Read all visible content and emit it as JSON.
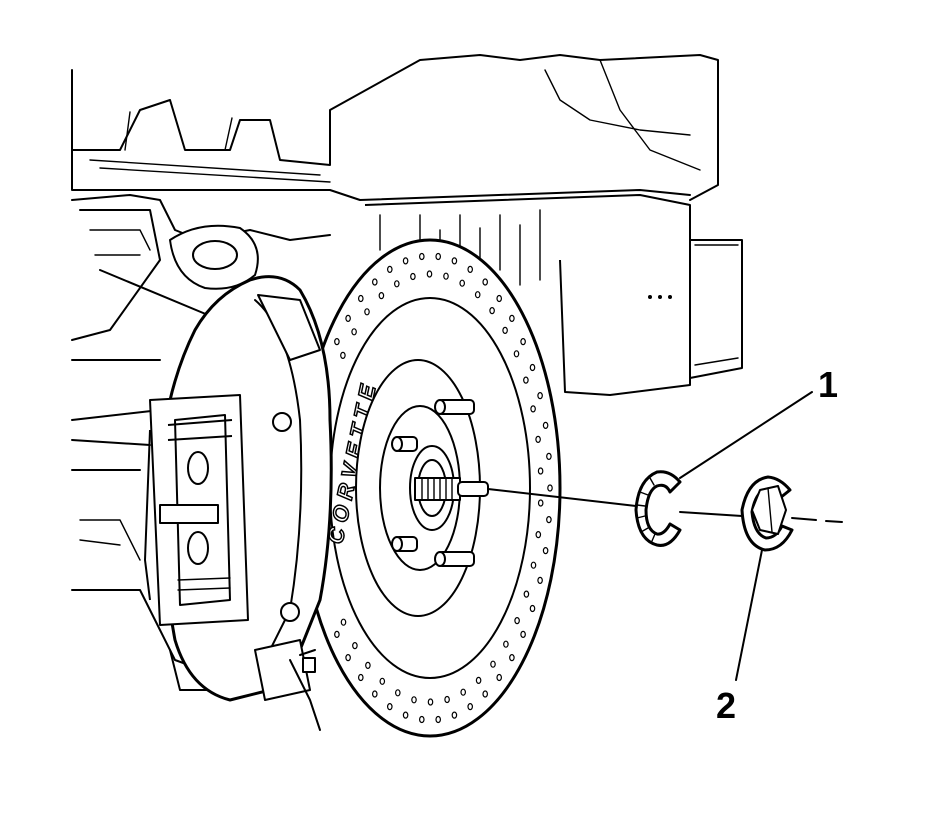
{
  "callouts": [
    {
      "id": "1",
      "label": "1"
    },
    {
      "id": "2",
      "label": "2"
    }
  ],
  "rotor_lettering": "CORVETTE",
  "colors": {
    "line": "#000000",
    "background": "#ffffff"
  }
}
